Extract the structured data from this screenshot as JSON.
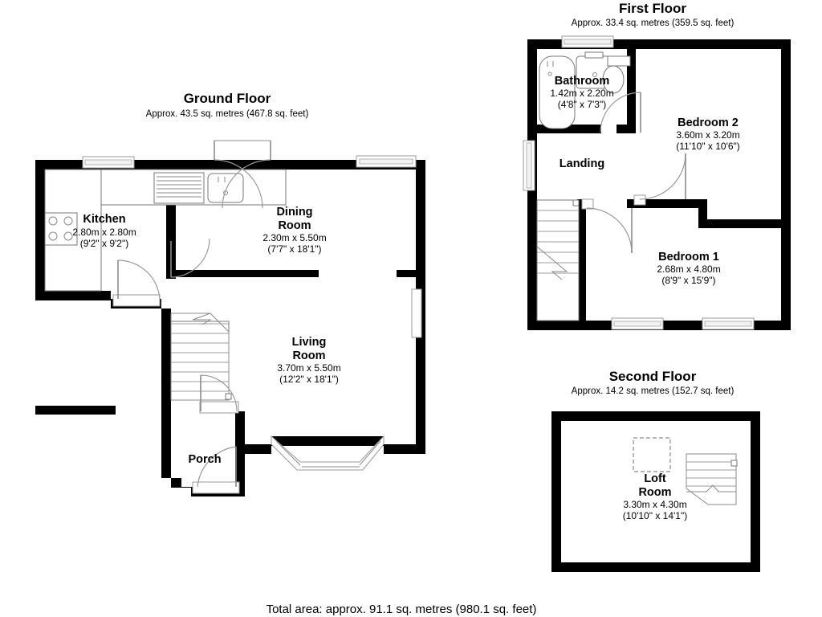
{
  "document": {
    "type": "floor-plan",
    "total_area_label": "Total area: approx. 91.1 sq. metres (980.1 sq. feet)"
  },
  "floors": [
    {
      "id": "ground",
      "title": "Ground Floor",
      "area_label": "Approx. 43.5 sq. metres (467.8 sq. feet)",
      "rooms": [
        {
          "id": "kitchen",
          "name": "Kitchen",
          "dim_metric": "2.80m x 2.80m",
          "dim_imperial": "(9'2\" x 9'2\")"
        },
        {
          "id": "dining-room",
          "name_line1": "Dining",
          "name_line2": "Room",
          "dim_metric": "2.30m x 5.50m",
          "dim_imperial": "(7'7\" x 18'1\")"
        },
        {
          "id": "living-room",
          "name_line1": "Living",
          "name_line2": "Room",
          "dim_metric": "3.70m x 5.50m",
          "dim_imperial": "(12'2\" x 18'1\")"
        },
        {
          "id": "porch",
          "name": "Porch",
          "dim_metric": "",
          "dim_imperial": ""
        }
      ]
    },
    {
      "id": "first",
      "title": "First Floor",
      "area_label": "Approx. 33.4 sq. metres (359.5 sq. feet)",
      "rooms": [
        {
          "id": "bathroom",
          "name": "Bathroom",
          "dim_metric": "1.42m x 2.20m",
          "dim_imperial": "(4'8\" x 7'3\")"
        },
        {
          "id": "landing",
          "name": "Landing",
          "dim_metric": "",
          "dim_imperial": ""
        },
        {
          "id": "bedroom-2",
          "name": "Bedroom 2",
          "dim_metric": "3.60m x 3.20m",
          "dim_imperial": "(11'10\" x 10'6\")"
        },
        {
          "id": "bedroom-1",
          "name": "Bedroom 1",
          "dim_metric": "2.68m x 4.80m",
          "dim_imperial": "(8'9\" x 15'9\")"
        }
      ]
    },
    {
      "id": "second",
      "title": "Second Floor",
      "area_label": "Approx. 14.2 sq. metres (152.7 sq. feet)",
      "rooms": [
        {
          "id": "loft-room",
          "name_line1": "Loft",
          "name_line2": "Room",
          "dim_metric": "3.30m x 4.30m",
          "dim_imperial": "(10'10\" x 14'1\")"
        }
      ]
    }
  ],
  "colors": {
    "wall": "#000000",
    "background": "#ffffff",
    "text": "#000000",
    "thin_line": "#8a8a8a"
  }
}
